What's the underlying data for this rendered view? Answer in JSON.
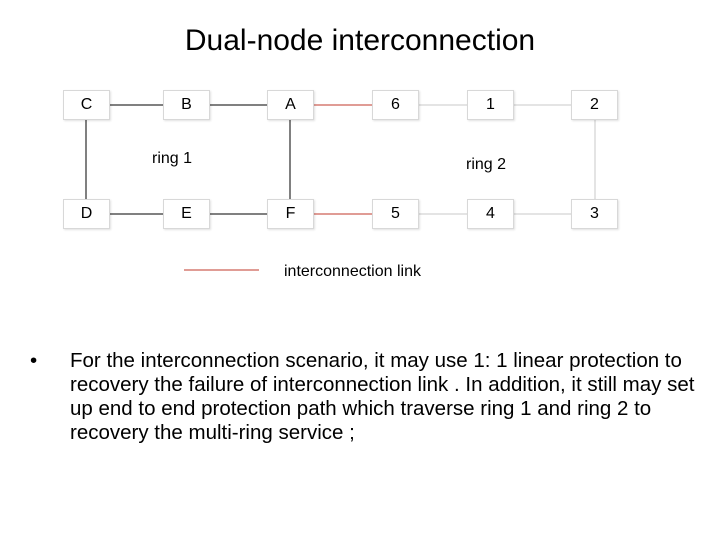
{
  "title": "Dual-node interconnection",
  "nodes": {
    "C": "C",
    "B": "B",
    "A": "A",
    "n6": "6",
    "n1": "1",
    "n2": "2",
    "D": "D",
    "E": "E",
    "F": "F",
    "n5": "5",
    "n4": "4",
    "n3": "3"
  },
  "rings": {
    "ring1": "ring 1",
    "ring2": "ring 2"
  },
  "legend": {
    "label": "interconnection link",
    "color": "#c0392b"
  },
  "colors": {
    "ring1_link": "#000000",
    "ring2_link": "#c8c8c8",
    "interconnection_link": "#c0392b"
  },
  "bullet": {
    "symbol": "•",
    "text": "For the interconnection scenario,  it may use 1: 1 linear protection to recovery the failure of interconnection link . In addition,  it still may set up end to end protection path which traverse ring 1 and ring 2 to recovery the multi-ring service ;"
  }
}
